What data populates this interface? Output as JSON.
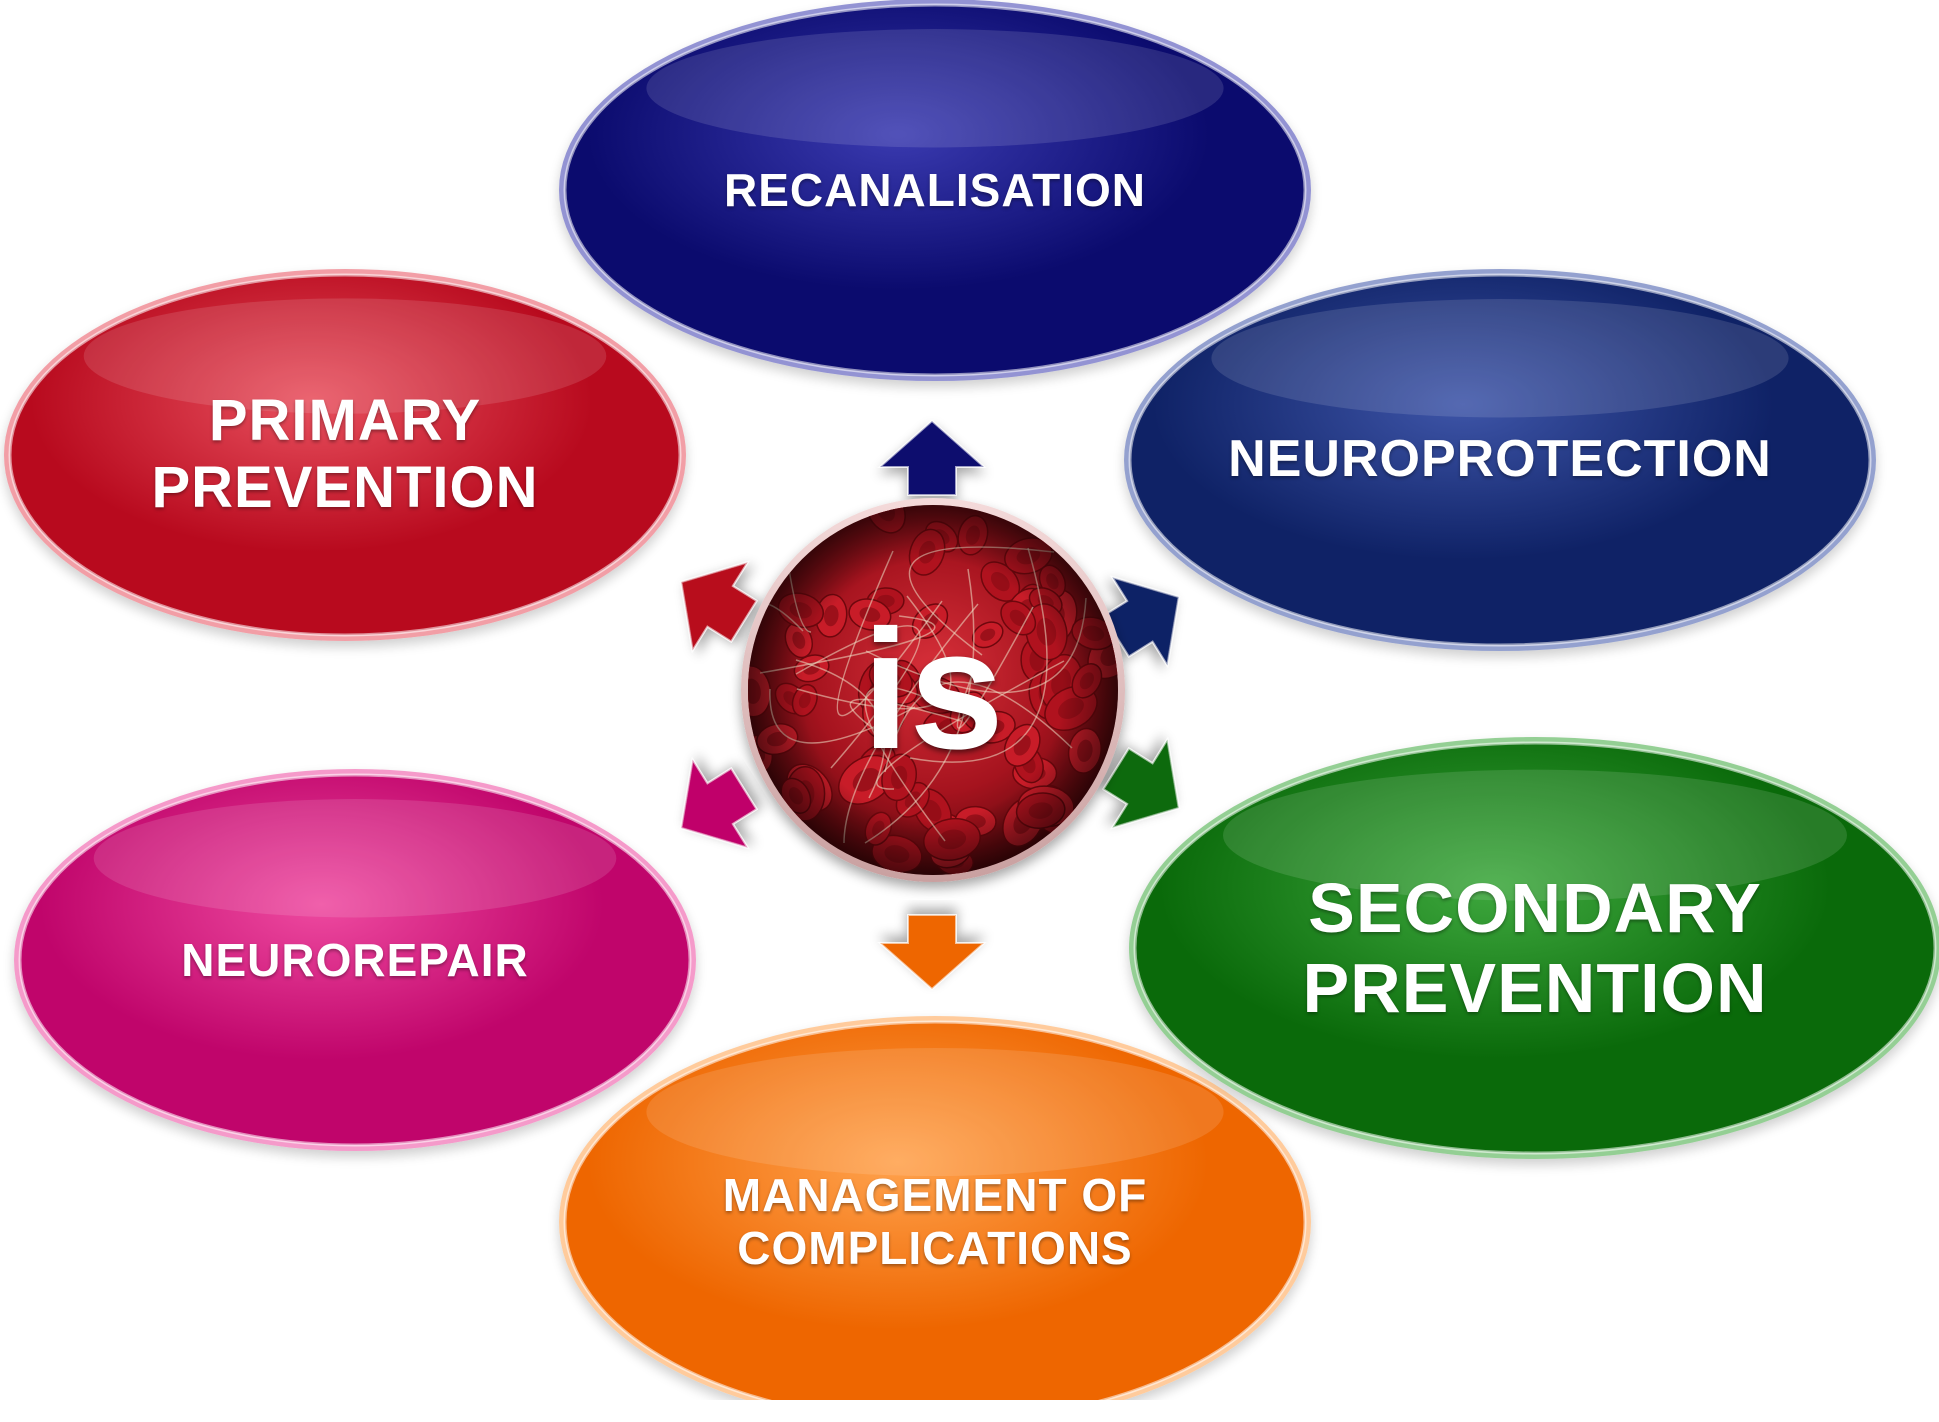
{
  "center": {
    "label": "is"
  },
  "nodes": [
    {
      "id": "recanalisation",
      "label": "RECANALISATION",
      "color": "#0b0b6e",
      "highlight": "#3a3ab0"
    },
    {
      "id": "neuroprotection",
      "label": "NEUROPROTECTION",
      "color": "#0f2266",
      "highlight": "#3e55a8"
    },
    {
      "id": "secondary-prevention",
      "label": "SECONDARY\nPREVENTION",
      "color": "#0a6a0a",
      "highlight": "#3ea83e"
    },
    {
      "id": "management-of-complications",
      "label": "MANAGEMENT OF\nCOMPLICATIONS",
      "color": "#ee6600",
      "highlight": "#ffa24d"
    },
    {
      "id": "neurorepair",
      "label": "NEUROREPAIR",
      "color": "#c0056b",
      "highlight": "#ee4aa0"
    },
    {
      "id": "primary-prevention",
      "label": "PRIMARY\nPREVENTION",
      "color": "#b80a1e",
      "highlight": "#e8505e"
    }
  ]
}
